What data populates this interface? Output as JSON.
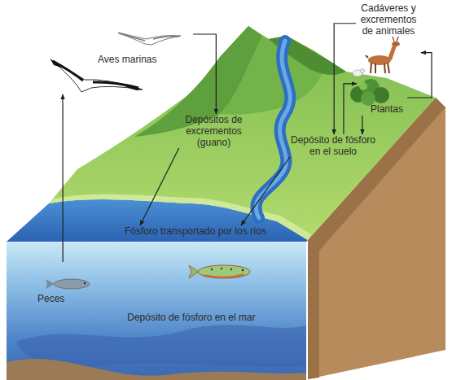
{
  "diagram": {
    "nodes": [
      {
        "text": [
          "Aves marinas"
        ]
      },
      {
        "text": [
          "Depósitos de excrementos (guano)"
        ]
      },
      {
        "text": [
          "Cadáveres y excrementos de animales"
        ]
      },
      {
        "text": [
          "Plantas"
        ]
      },
      {
        "text": [
          "Depósito de fósforo en el suelo"
        ]
      },
      {
        "text": [
          "Fósforo transportado por los ríos"
        ]
      },
      {
        "text": [
          "Peces"
        ]
      },
      {
        "text": [
          "Depósito de fósforo en el mar"
        ]
      }
    ],
    "edges": [
      {
        "from": 6,
        "to": 0,
        "arrow": "to"
      },
      {
        "from": 0,
        "to": 1,
        "arrow": "to"
      },
      {
        "from": 1,
        "to": 5,
        "arrow": "to"
      },
      {
        "from": 4,
        "to": 5,
        "arrow": "to"
      },
      {
        "from": 2,
        "to": 4,
        "arrow": "to"
      },
      {
        "from": 4,
        "to": 3,
        "arrow": "to"
      },
      {
        "from": 3,
        "to": 4,
        "arrow": "to"
      },
      {
        "from": 3,
        "to": 2,
        "arrow": "to"
      }
    ]
  }
}
